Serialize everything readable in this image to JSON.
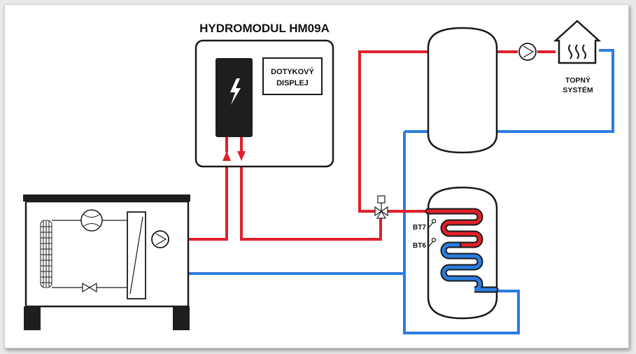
{
  "title": "HYDROMODUL HM09A",
  "display_label_line1": "DOTYKOVÝ",
  "display_label_line2": "DISPLEJ",
  "heating_system_line1": "TOPNÝ",
  "heating_system_line2": "SYSTÉM",
  "sensor_upper": "BT7",
  "sensor_lower": "BT6",
  "colors": {
    "supply": "#e0202b",
    "return": "#2b7de0",
    "outline": "#1a1a1a",
    "unit_fill": "#1e1e1e"
  }
}
